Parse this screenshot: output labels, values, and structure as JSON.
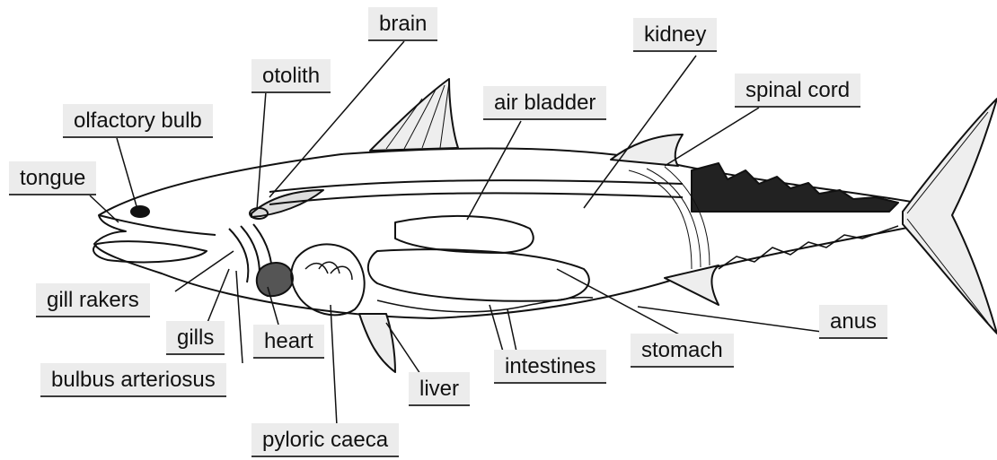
{
  "diagram": {
    "labels": {
      "brain": "brain",
      "kidney": "kidney",
      "otolith": "otolith",
      "spinal_cord": "spinal cord",
      "air_bladder": "air bladder",
      "olfactory_bulb": "olfactory bulb",
      "tongue": "tongue",
      "gill_rakers": "gill rakers",
      "gills": "gills",
      "heart": "heart",
      "bulbus_arteriosus": "bulbus arteriosus",
      "liver": "liver",
      "intestines": "intestines",
      "stomach": "stomach",
      "anus": "anus",
      "pyloric_caeca": "pyloric caeca"
    },
    "colors": {
      "label_background": "#ececec",
      "label_underline": "#3a3a3a",
      "outline": "#111111"
    }
  }
}
